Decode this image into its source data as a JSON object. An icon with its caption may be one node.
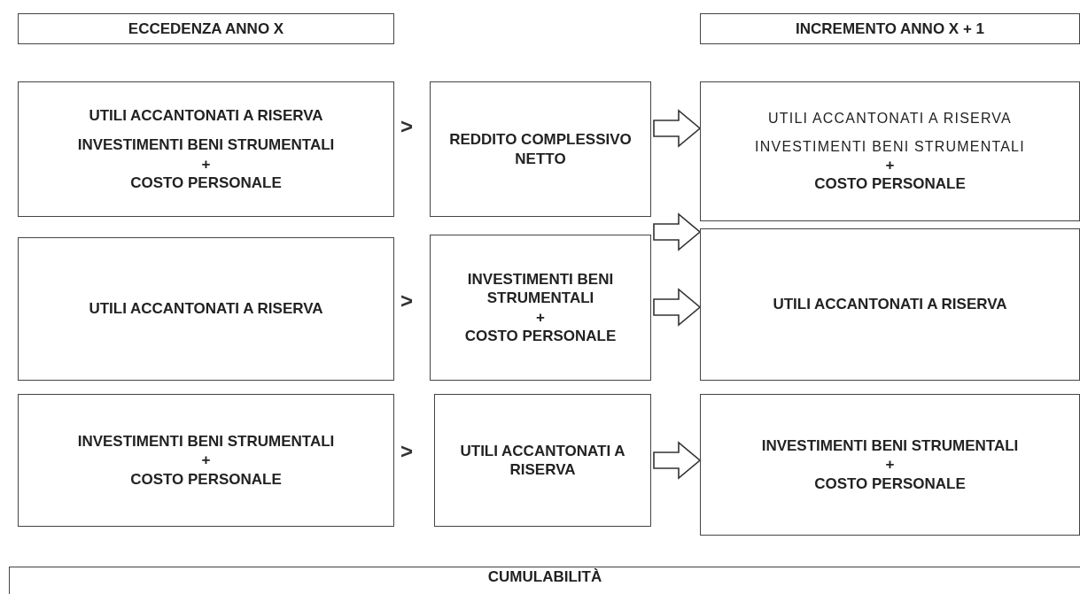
{
  "diagram": {
    "nodes": [
      {
        "text": [
          "ECCEDENZA ANNO X"
        ]
      },
      {
        "text": [
          "INCREMENTO ANNO X + 1"
        ]
      },
      {
        "text": [
          "UTILI ACCANTONATI A RISERVA",
          "INVESTIMENTI BENI STRUMENTALI",
          "+",
          "COSTO PERSONALE"
        ]
      },
      {
        "text": [
          "REDDITO COMPLESSIVO NETTO"
        ]
      },
      {
        "text": [
          "UTILI ACCANTONATI A RISERVA",
          "INVESTIMENTI BENI STRUMENTALI",
          "+",
          "COSTO PERSONALE"
        ]
      },
      {
        "text": [
          "UTILI ACCANTONATI A RISERVA"
        ]
      },
      {
        "text": [
          "INVESTIMENTI BENI STRUMENTALI",
          "+",
          "COSTO PERSONALE"
        ]
      },
      {
        "text": [
          "UTILI ACCANTONATI A RISERVA"
        ]
      },
      {
        "text": [
          "INVESTIMENTI BENI STRUMENTALI",
          "+",
          "COSTO PERSONALE"
        ]
      },
      {
        "text": [
          "UTILI ACCANTONATI A RISERVA"
        ]
      },
      {
        "text": [
          "INVESTIMENTI BENI STRUMENTALI",
          "+",
          "COSTO PERSONALE"
        ]
      },
      {
        "text": [
          "CUMULABILITÀ"
        ]
      }
    ],
    "edges": [
      {
        "from": 3,
        "to": 4,
        "arrow": "to"
      },
      {
        "from": null,
        "to": 7,
        "arrow": "to"
      },
      {
        "from": 6,
        "to": 7,
        "arrow": "to"
      },
      {
        "from": 9,
        "to": 10,
        "arrow": "to"
      }
    ],
    "labels": [
      ">",
      ">",
      ">"
    ]
  }
}
